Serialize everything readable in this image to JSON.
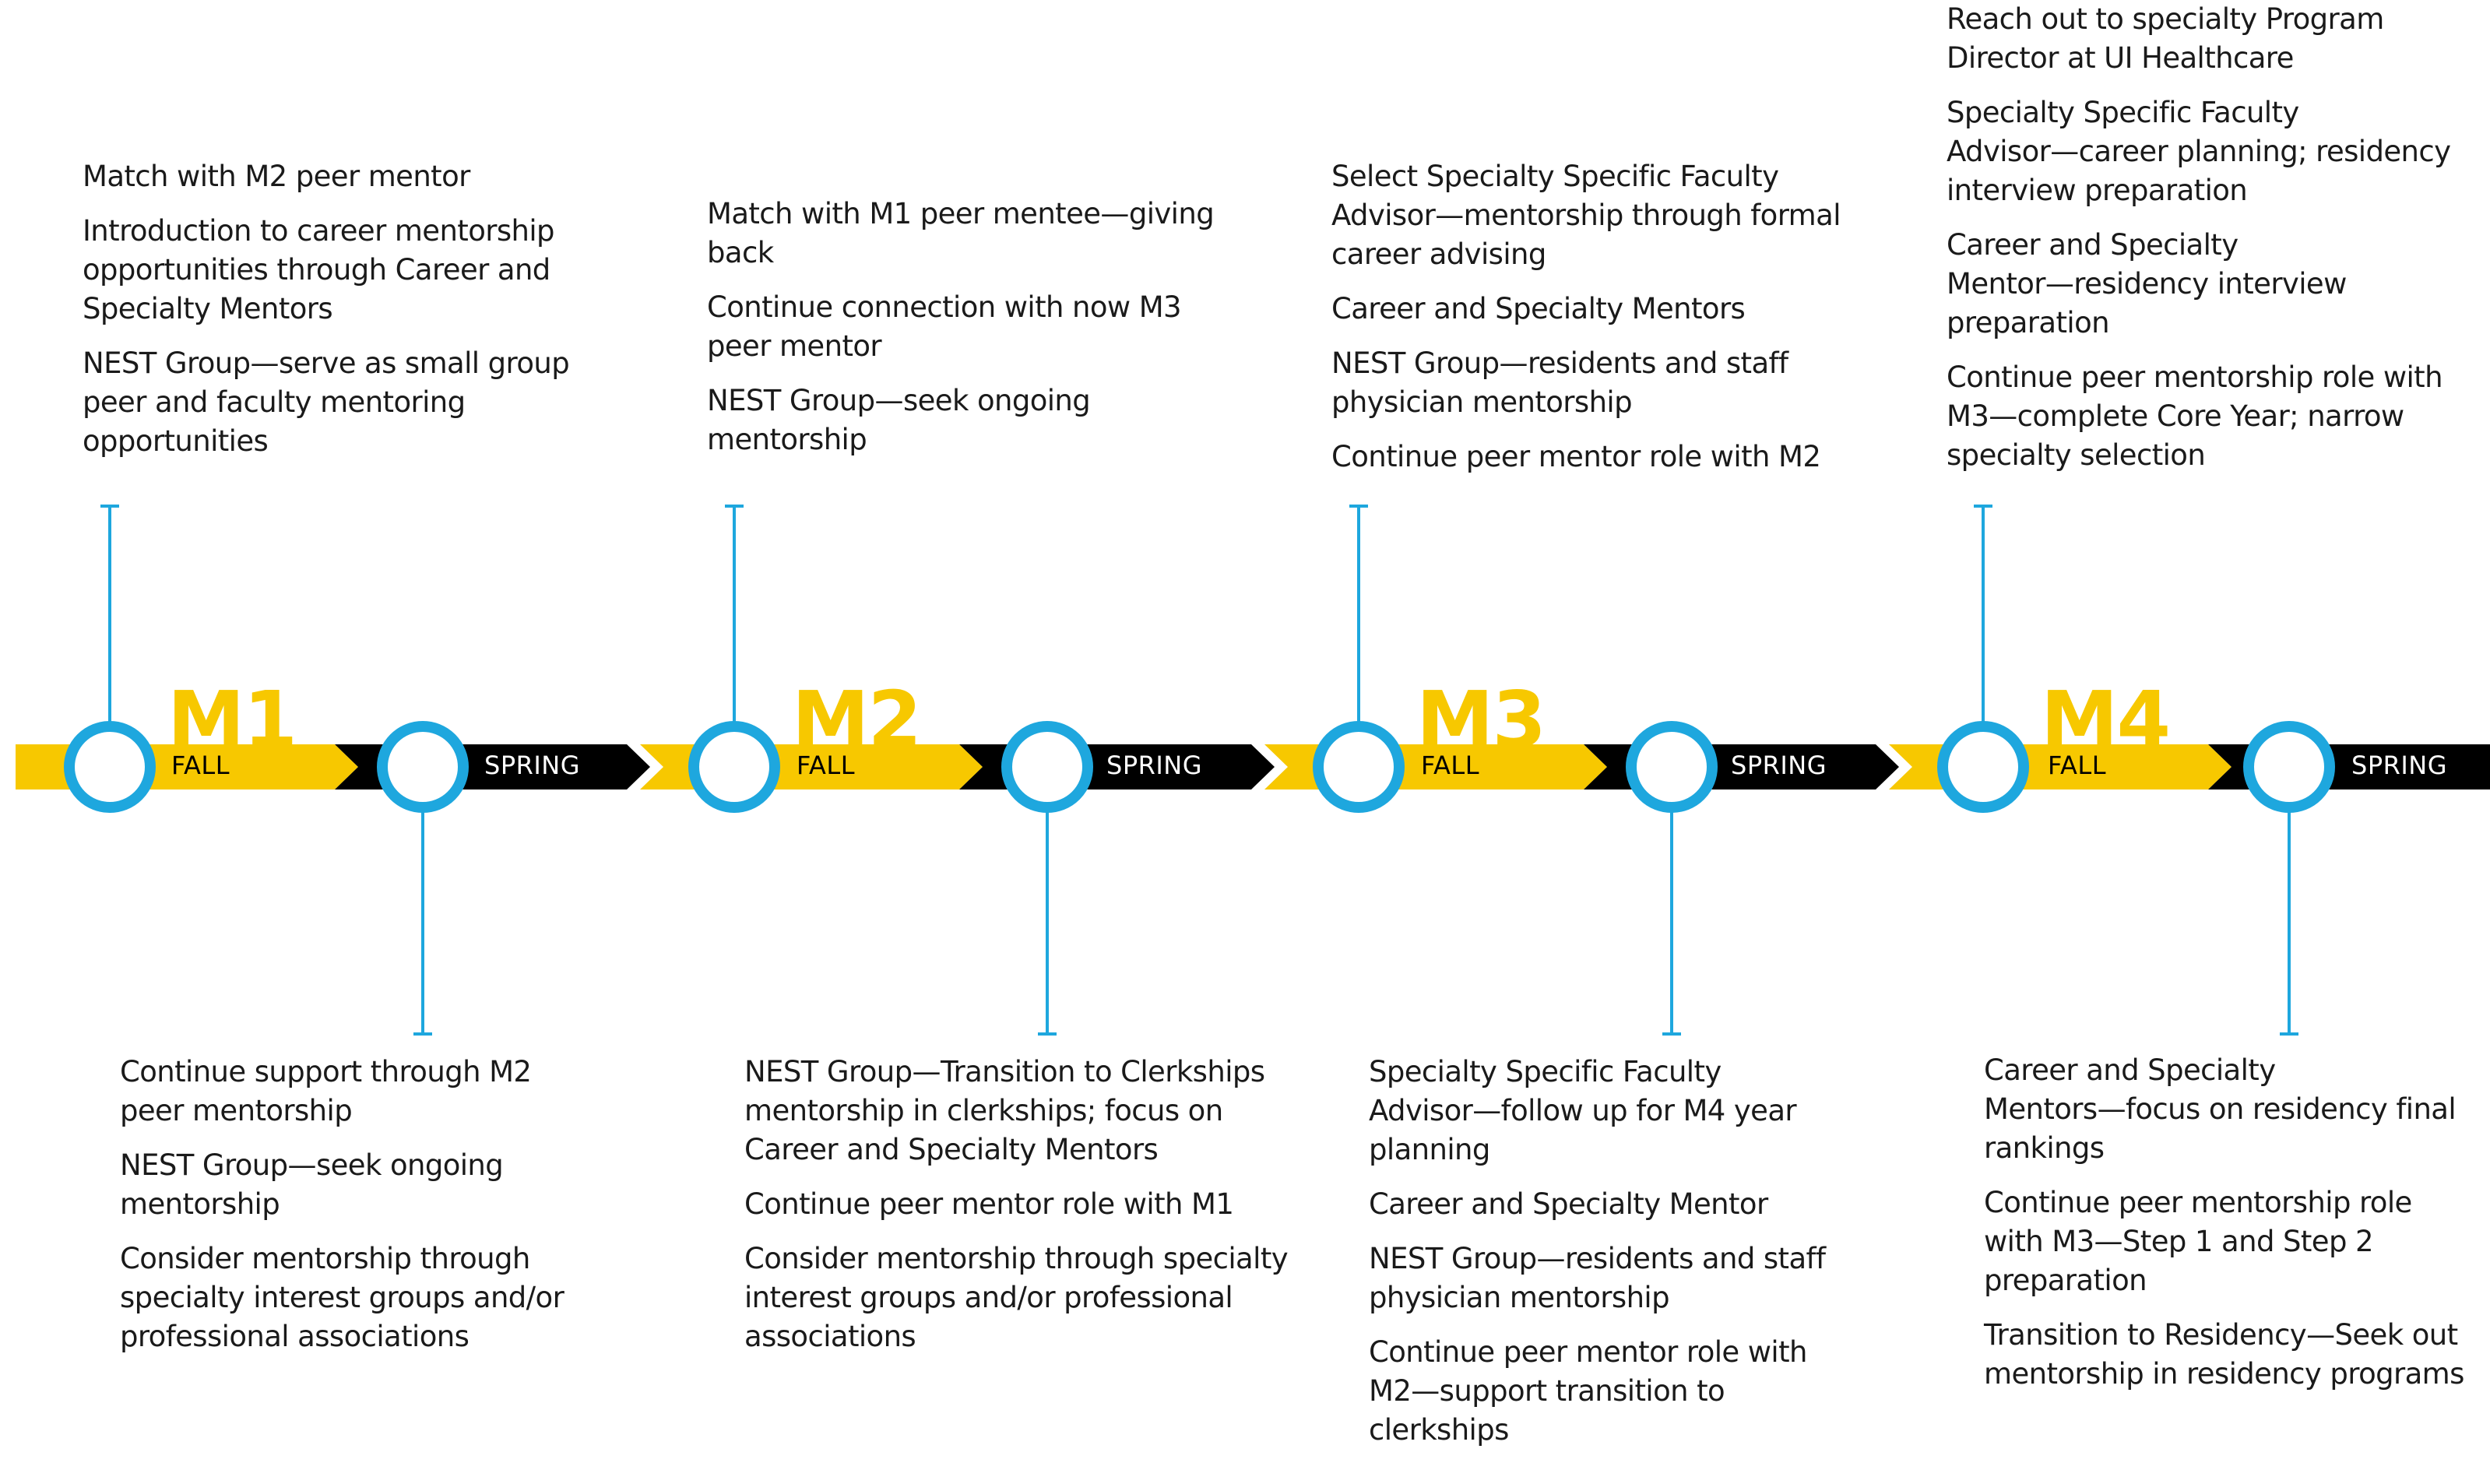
{
  "colors": {
    "gold": "#f7c800",
    "black": "#000000",
    "blue": "#1ea7de",
    "text": "#1a1a1a"
  },
  "stages": [
    {
      "year": "M1",
      "fall": {
        "label": "FALL",
        "items": [
          "Match with M2 peer mentor",
          "Introduction to career mentorship\nopportunities through Career and\nSpecialty Mentors",
          "NEST Group—serve as small group\npeer and faculty mentoring\nopportunities"
        ]
      },
      "spring": {
        "label": "SPRING",
        "items": [
          "Continue support through M2\npeer mentorship",
          "NEST Group—seek ongoing\nmentorship",
          "Consider mentorship through\nspecialty interest groups and/or\nprofessional associations"
        ]
      }
    },
    {
      "year": "M2",
      "fall": {
        "label": "FALL",
        "items": [
          "Match with M1 peer mentee—giving\nback",
          "Continue connection with now M3\npeer mentor",
          "NEST Group—seek ongoing\nmentorship"
        ]
      },
      "spring": {
        "label": "SPRING",
        "items": [
          "NEST Group—Transition to Clerkships\nmentorship in clerkships; focus on\nCareer and Specialty Mentors",
          "Continue peer mentor role with M1",
          "Consider mentorship through specialty\ninterest groups and/or professional\nassociations"
        ]
      }
    },
    {
      "year": "M3",
      "fall": {
        "label": "FALL",
        "items": [
          "Select Specialty Specific Faculty\nAdvisor—mentorship through formal\ncareer advising",
          "Career and Specialty Mentors",
          "NEST Group—residents and staff\nphysician mentorship",
          "Continue peer mentor role with M2"
        ]
      },
      "spring": {
        "label": "SPRING",
        "items": [
          "Specialty Specific Faculty\nAdvisor—follow up for M4 year\nplanning",
          "Career and Specialty Mentor",
          "NEST Group—residents and staff\nphysician mentorship",
          "Continue peer mentor role with\nM2—support transition to\nclerkships"
        ]
      }
    },
    {
      "year": "M4",
      "fall": {
        "label": "FALL",
        "items": [
          "Reach out to specialty Program\nDirector at UI Healthcare",
          "Specialty Specific Faculty\nAdvisor—career planning; residency\ninterview preparation",
          "Career and Specialty\nMentor—residency interview\npreparation",
          "Continue peer mentorship role with\nM3—complete Core Year; narrow\nspecialty selection"
        ]
      },
      "spring": {
        "label": "SPRING",
        "items": [
          "Career and Specialty\nMentors—focus on residency final\nrankings",
          "Continue peer mentorship role\nwith M3—Step 1 and Step 2\npreparation",
          "Transition to Residency—Seek out\nmentorship in residency programs"
        ]
      }
    }
  ]
}
